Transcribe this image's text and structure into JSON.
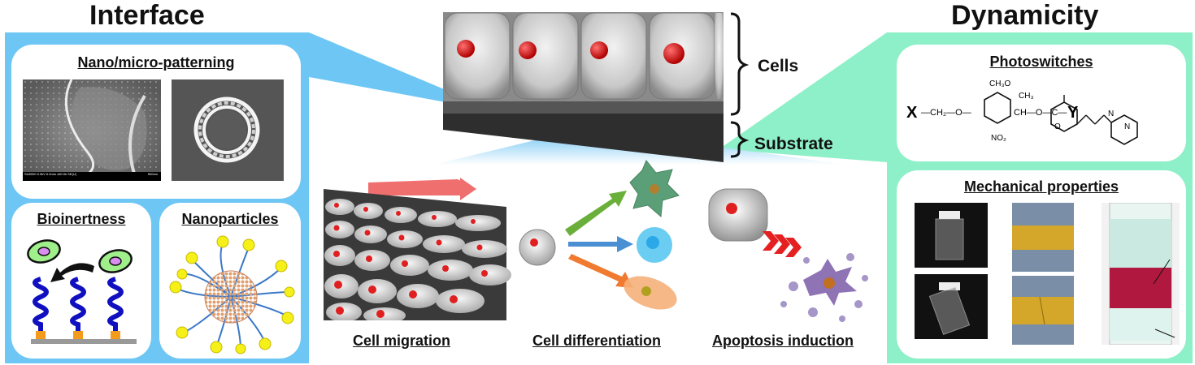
{
  "titles": {
    "left": "Interface",
    "right": "Dynamicity"
  },
  "left_panel": {
    "nano_micro": "Nano/micro-patterning",
    "sem_caption": "SU8000 5.0kV 6.0mm x80.0k SE(U)",
    "sem_scale": "500nm",
    "bioinertness": "Bioinertness",
    "nanoparticles": "Nanoparticles"
  },
  "center": {
    "cells": "Cells",
    "substrate": "Substrate",
    "cell_migration": "Cell migration",
    "cell_differentiation": "Cell differentiation",
    "apoptosis_induction": "Apoptosis induction"
  },
  "right_panel": {
    "photoswitches": "Photoswitches",
    "mechanical": "Mechanical properties",
    "chem": {
      "x": "X",
      "ch2o": "—CH₂—O—",
      "och3": "CH₃O",
      "ch3": "CH₃",
      "ch_o": "CH—O—C—",
      "o": "O",
      "y": "Y",
      "no2": "NO₂",
      "n": "N"
    }
  },
  "colors": {
    "left_panel": "#6ec6f5",
    "right_panel": "#8ef0c8",
    "green_arrow": "#6aaf3a",
    "blue_arrow": "#4a8fd4",
    "orange_arrow": "#f07a30",
    "red_arrow": "#f06a6a",
    "chevron": "#e52020",
    "nucleus": "#e02020"
  }
}
